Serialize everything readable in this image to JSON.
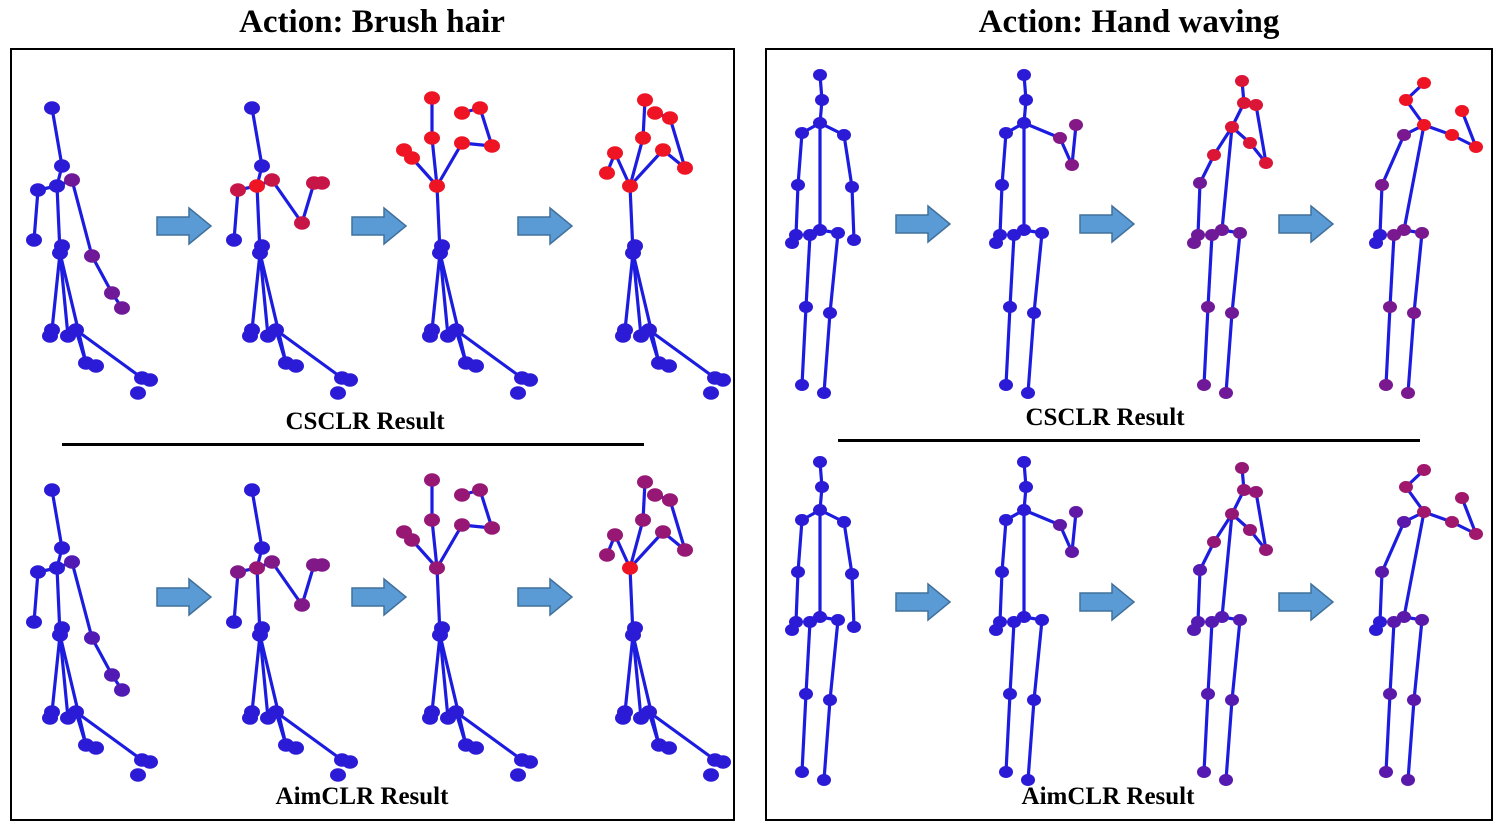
{
  "panels": [
    {
      "title": "Action: Brush hair",
      "top_label": "CSCLR Result",
      "bottom_label": "AimCLR Result"
    },
    {
      "title": "Action: Hand waving",
      "top_label": "CSCLR Result",
      "bottom_label": "AimCLR Result"
    }
  ],
  "colors": {
    "bone": "#1c1ce0",
    "joint_cold": "#2b1bd6",
    "joint_hot": "#ee1424",
    "arrow_fill": "#5b9bd5",
    "arrow_stroke": "#41719c"
  },
  "mark_names": {
    "skeleton": "skeleton-frame",
    "arrow": "right-arrow-icon",
    "joint": "skeleton-joint",
    "bone": "skeleton-bone"
  }
}
